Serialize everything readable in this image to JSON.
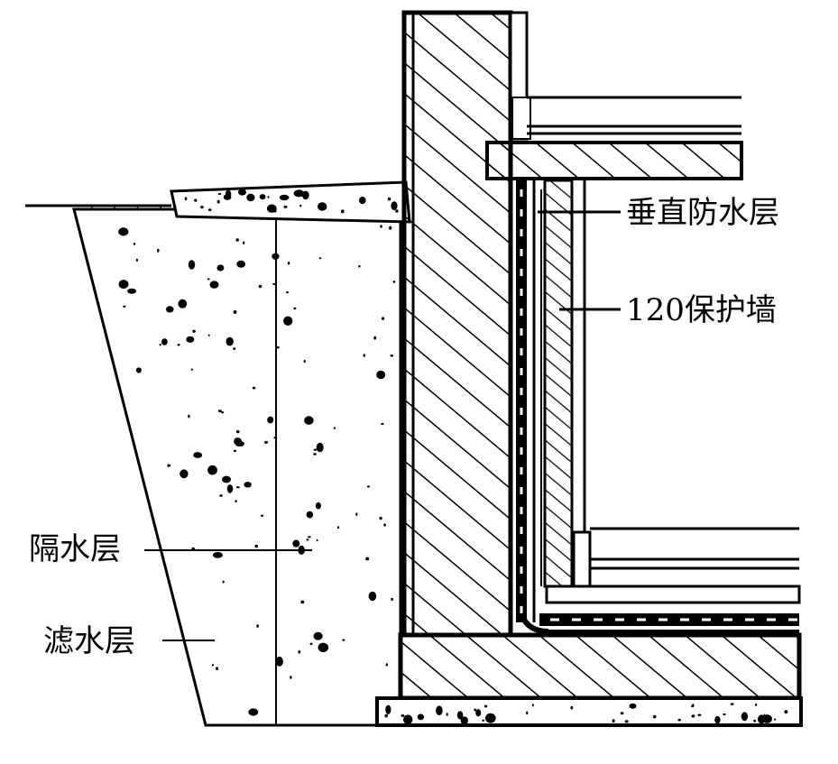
{
  "labels": {
    "vertical_waterproof": "垂直防水层",
    "protective_wall": "120保护墙",
    "isolation_layer": "隔水层",
    "filter_layer": "滤水层"
  },
  "colors": {
    "ink": "#000000",
    "paper": "#ffffff"
  }
}
